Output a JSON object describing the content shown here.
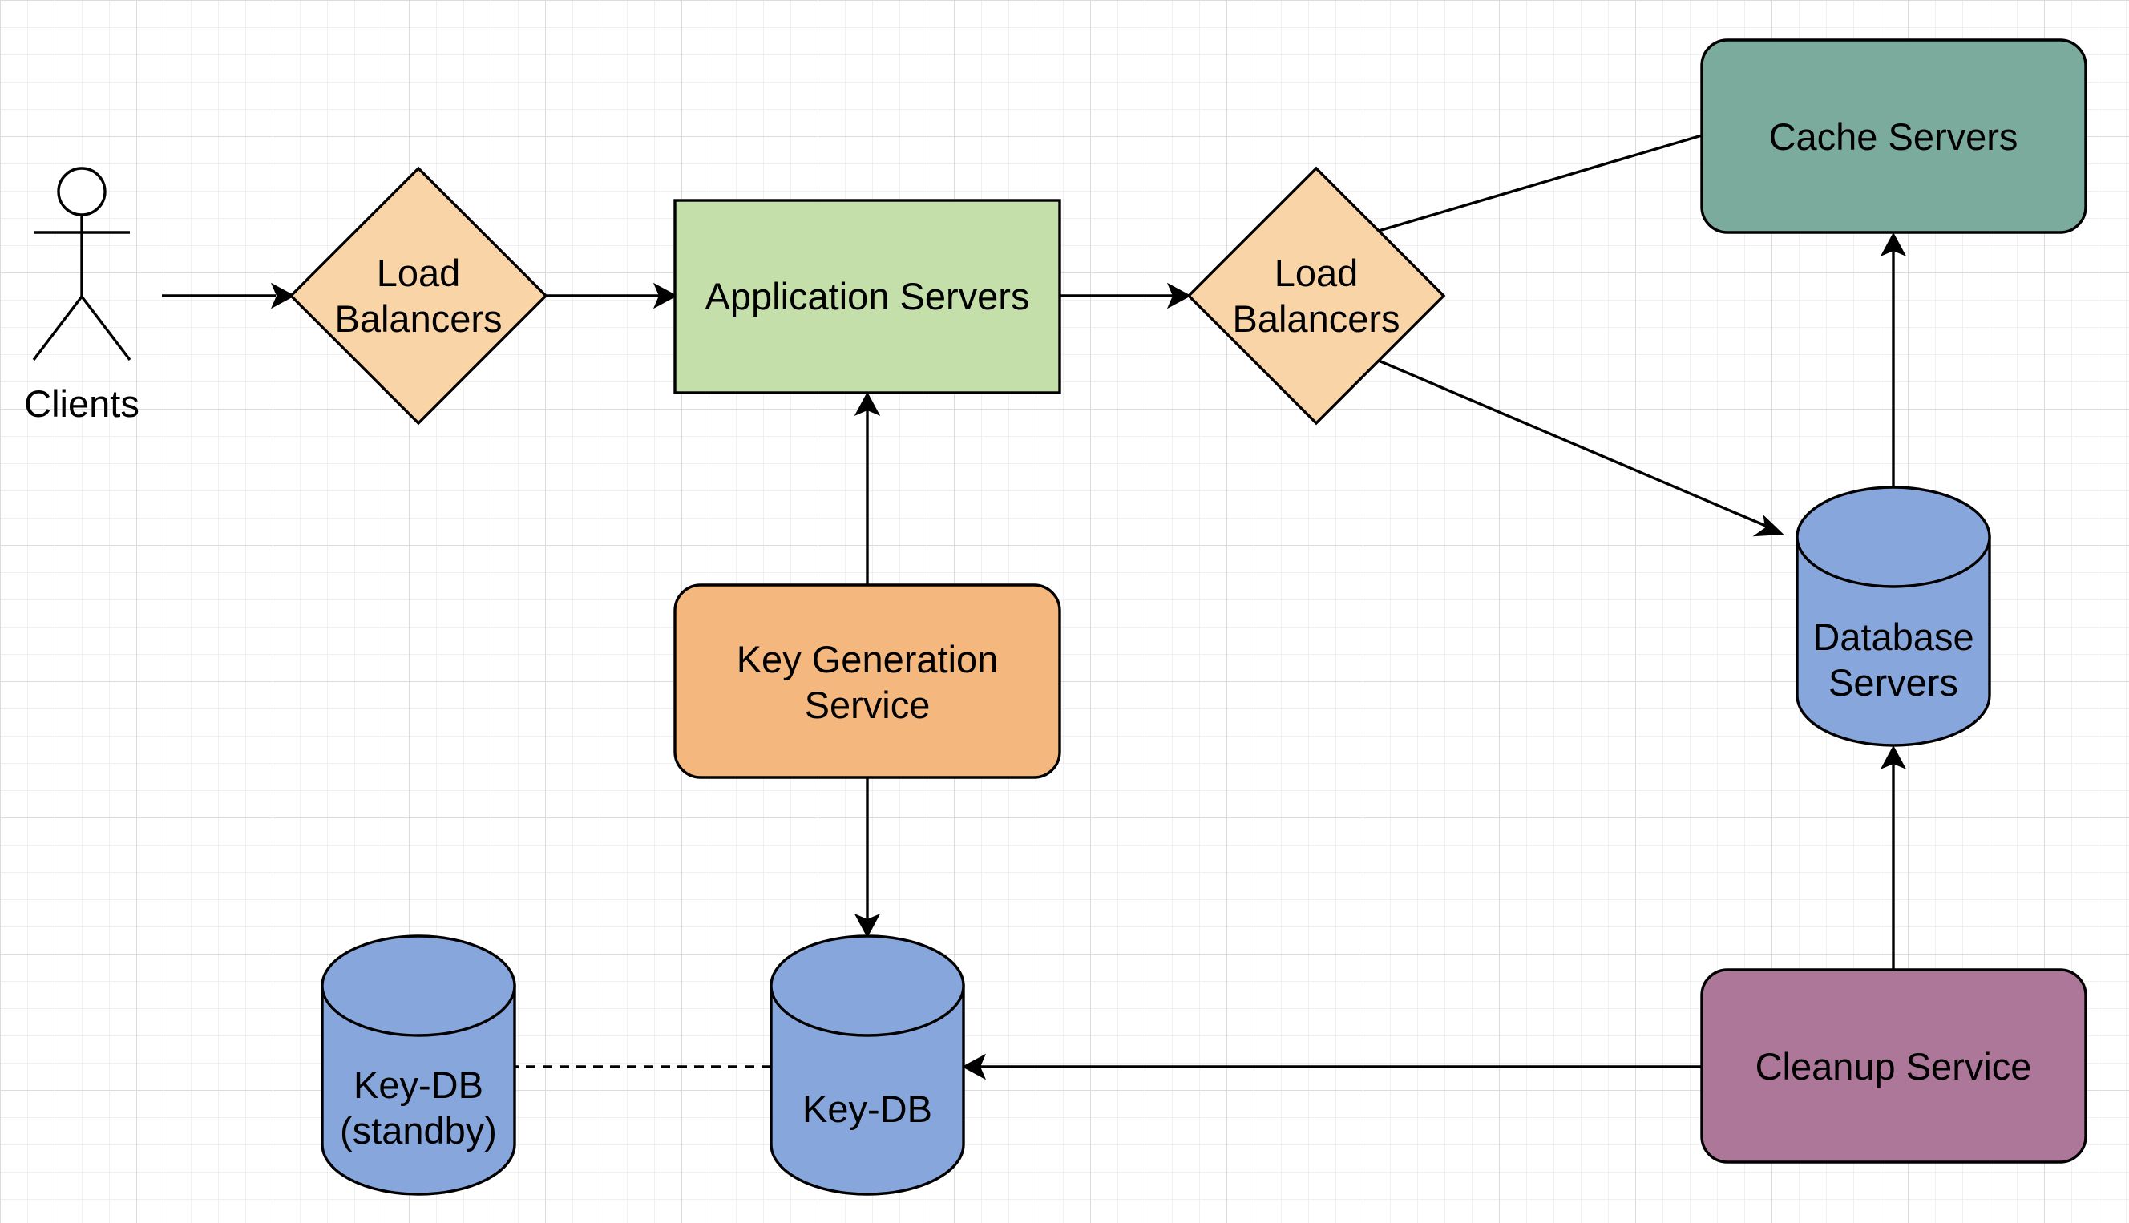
{
  "colors": {
    "background": "#ffffff",
    "grid_minor": "#ececec",
    "grid_major": "#dcdcdc",
    "stroke": "#000000",
    "load_balancer_fill": "#f9d4a6",
    "application_servers_fill": "#c4dfaa",
    "cache_servers_fill": "#7aab9c",
    "key_generation_fill": "#f4b77d",
    "database_fill": "#87a7dc",
    "cleanup_fill": "#ad7799",
    "actor_fill": "#ffffff"
  },
  "nodes": {
    "clients": {
      "label": "Clients",
      "shape": "actor"
    },
    "load_balancers_1": {
      "lines": [
        "Load",
        "Balancers"
      ],
      "shape": "diamond"
    },
    "application_servers": {
      "label": "Application Servers",
      "shape": "rectangle"
    },
    "load_balancers_2": {
      "lines": [
        "Load",
        "Balancers"
      ],
      "shape": "diamond"
    },
    "cache_servers": {
      "label": "Cache Servers",
      "shape": "rounded-rectangle"
    },
    "key_generation_service": {
      "lines": [
        "Key Generation",
        "Service"
      ],
      "shape": "rounded-rectangle"
    },
    "database_servers": {
      "lines": [
        "Database",
        "Servers"
      ],
      "shape": "cylinder"
    },
    "key_db": {
      "label": "Key-DB",
      "shape": "cylinder"
    },
    "key_db_standby": {
      "lines": [
        "Key-DB",
        "(standby)"
      ],
      "shape": "cylinder"
    },
    "cleanup_service": {
      "label": "Cleanup Service",
      "shape": "rounded-rectangle"
    }
  },
  "edges": [
    {
      "from": "clients",
      "to": "load_balancers_1",
      "style": "solid",
      "arrow": true
    },
    {
      "from": "load_balancers_1",
      "to": "application_servers",
      "style": "solid",
      "arrow": true
    },
    {
      "from": "application_servers",
      "to": "load_balancers_2",
      "style": "solid",
      "arrow": true
    },
    {
      "from": "load_balancers_2",
      "to": "cache_servers",
      "style": "solid",
      "arrow": false
    },
    {
      "from": "load_balancers_2",
      "to": "database_servers",
      "style": "solid",
      "arrow": true
    },
    {
      "from": "database_servers",
      "to": "cache_servers",
      "style": "solid",
      "arrow": true
    },
    {
      "from": "key_generation_service",
      "to": "application_servers",
      "style": "solid",
      "arrow": true
    },
    {
      "from": "key_generation_service",
      "to": "key_db",
      "style": "solid",
      "arrow": true
    },
    {
      "from": "cleanup_service",
      "to": "key_db",
      "style": "solid",
      "arrow": true
    },
    {
      "from": "cleanup_service",
      "to": "database_servers",
      "style": "solid",
      "arrow": true
    },
    {
      "from": "key_db",
      "to": "key_db_standby",
      "style": "dashed",
      "arrow": false
    }
  ]
}
